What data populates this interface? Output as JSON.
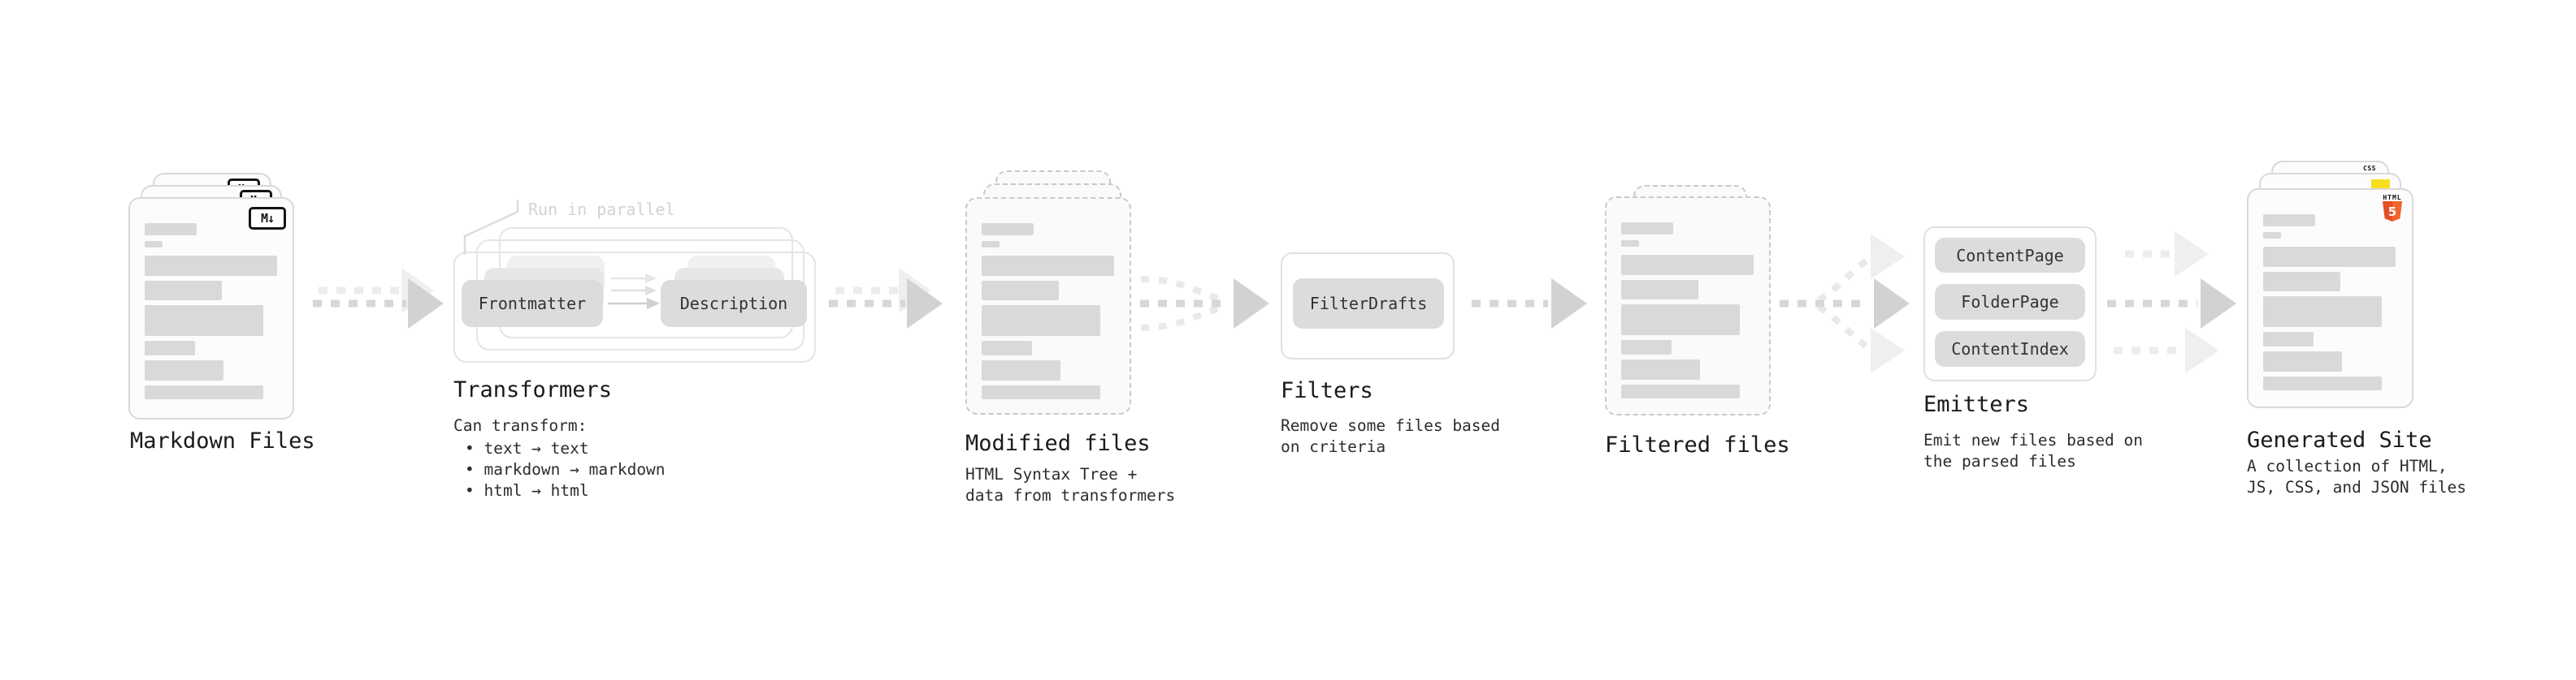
{
  "diagram": {
    "markdown_files": {
      "label": "Markdown Files",
      "badge": "M↓"
    },
    "transformers": {
      "annotation": "Run in parallel",
      "label": "Transformers",
      "pills": [
        "Frontmatter",
        "Description"
      ],
      "desc": "Can transform:",
      "bullets": [
        "• text → text",
        "• markdown → markdown",
        "• html → html"
      ]
    },
    "modified_files": {
      "label": "Modified files",
      "desc": [
        "HTML Syntax Tree +",
        "data from transformers"
      ]
    },
    "filters": {
      "label": "Filters",
      "pills": [
        "FilterDrafts"
      ],
      "desc": [
        "Remove some files based",
        "on criteria"
      ]
    },
    "filtered_files": {
      "label": "Filtered files"
    },
    "emitters": {
      "label": "Emitters",
      "pills": [
        "ContentPage",
        "FolderPage",
        "ContentIndex"
      ],
      "desc": [
        "Emit new files based on",
        "the parsed files"
      ]
    },
    "generated_site": {
      "label": "Generated Site",
      "badges": {
        "css": "CSS",
        "html": "HTML",
        "html_number": "5"
      },
      "desc": [
        "A collection of HTML,",
        "JS, CSS, and JSON files"
      ]
    }
  },
  "colors": {
    "html5_orange": "#e44d26",
    "html5_orange_light": "#f16529",
    "js_yellow": "#f7df1e",
    "css_blue": "#2563eb",
    "skeleton_gray": "#d9d9d9",
    "arrow_gray": "#d4d4d4"
  }
}
